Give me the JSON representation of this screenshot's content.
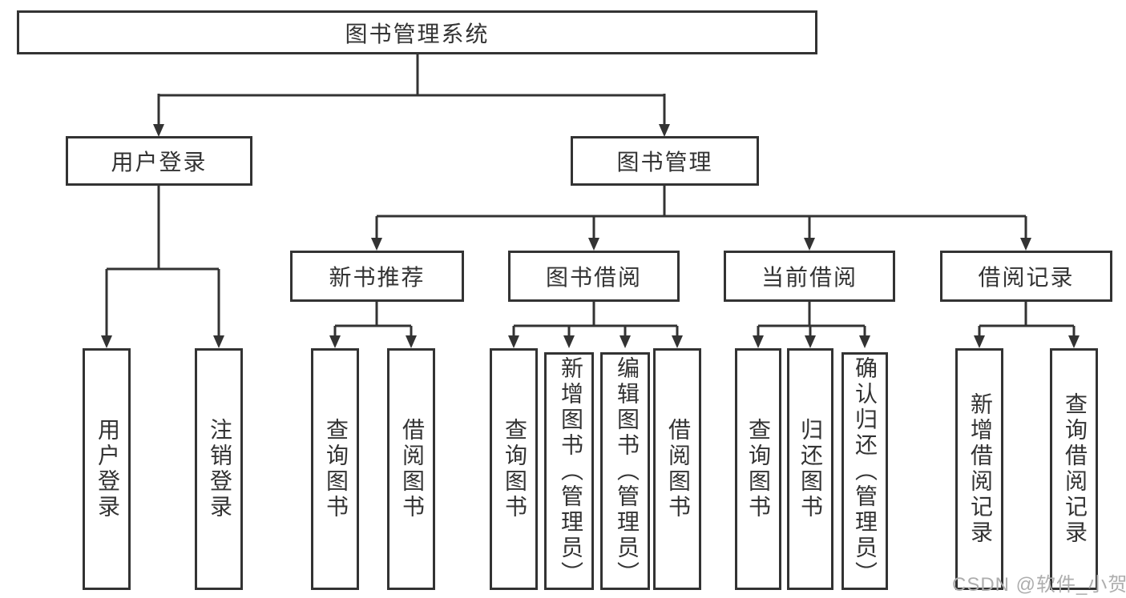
{
  "diagram": {
    "root": {
      "label": "图书管理系统"
    },
    "user_login": {
      "label": "用户登录"
    },
    "book_mgmt": {
      "label": "图书管理"
    },
    "new_book_rec": {
      "label": "新书推荐"
    },
    "book_borrow": {
      "label": "图书借阅"
    },
    "current_borrow": {
      "label": "当前借阅"
    },
    "borrow_records": {
      "label": "借阅记录"
    },
    "leaf_user_login": {
      "label": "用户登录"
    },
    "leaf_logout": {
      "label": "注销登录"
    },
    "leaf_nb_query": {
      "label": "查询图书"
    },
    "leaf_nb_borrow": {
      "label": "借阅图书"
    },
    "leaf_bb_query": {
      "label": "查询图书"
    },
    "leaf_bb_add": {
      "label": "新增图书（管理员）"
    },
    "leaf_bb_edit": {
      "label": "编辑图书（管理员）"
    },
    "leaf_bb_borrow": {
      "label": "借阅图书"
    },
    "leaf_cb_query": {
      "label": "查询图书"
    },
    "leaf_cb_return": {
      "label": "归还图书"
    },
    "leaf_cb_confirm": {
      "label": "确认归还（管理员）"
    },
    "leaf_br_add": {
      "label": "新增借阅记录"
    },
    "leaf_br_query": {
      "label": "查询借阅记录"
    }
  },
  "watermark": {
    "text": "CSDN @软件_小贺同学"
  },
  "colors": {
    "line": "#333333",
    "text": "#333333",
    "background": "#ffffff",
    "watermark": "#aeaeae"
  }
}
